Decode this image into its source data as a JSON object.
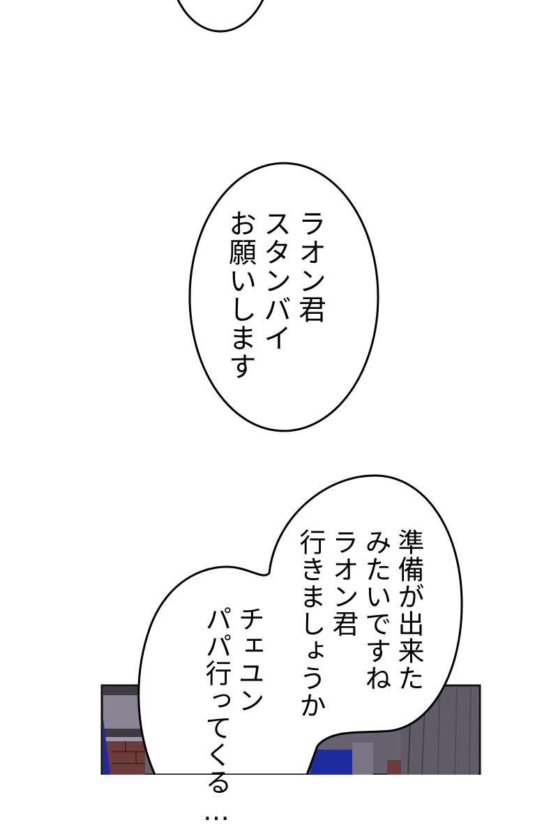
{
  "page": {
    "type": "manga-panel",
    "background_color": "#ffffff"
  },
  "bubbles": [
    {
      "id": "top-bubble",
      "lines": []
    },
    {
      "id": "middle-bubble",
      "lines": [
        "ラオン君",
        "スタンバイ",
        "お願いします"
      ]
    },
    {
      "id": "right-bubble",
      "lines": [
        "準備が出来た",
        "みたいですね",
        "ラオン君",
        "行きましょうか"
      ]
    },
    {
      "id": "lower-left-bubble",
      "lines": [
        "チェユン",
        "パパ行ってくる…"
      ]
    }
  ],
  "panel": {
    "colors": {
      "wall": "#66626f",
      "wall_light": "#8a8494",
      "frame": "#3d3a44",
      "brick": "#6b3c3a",
      "blue": "#1e2aa0",
      "border": "#111111"
    }
  }
}
